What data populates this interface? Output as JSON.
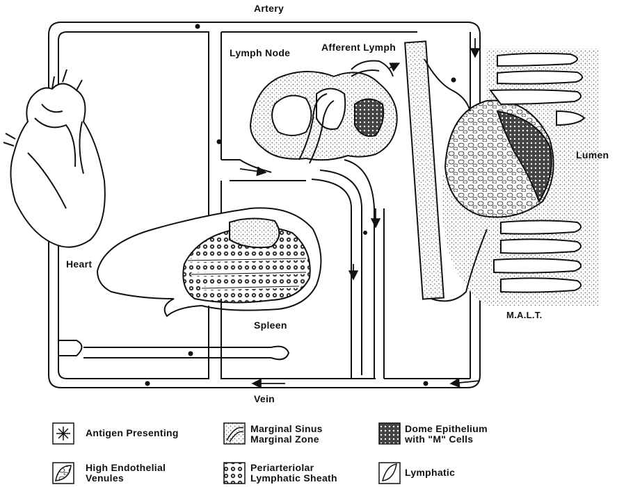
{
  "labels": {
    "artery": "Artery",
    "vein": "Vein",
    "lymph_node": "Lymph Node",
    "afferent_lymph": "Afferent Lymph",
    "heart": "Heart",
    "spleen": "Spleen",
    "lumen": "Lumen",
    "malt": "M.A.L.T."
  },
  "legend": [
    {
      "icon": "antigen-presenting-icon",
      "text": "Antigen Presenting"
    },
    {
      "icon": "marginal-sinus-icon",
      "text": "Marginal Sinus\nMarginal Zone"
    },
    {
      "icon": "dome-epithelium-icon",
      "text": "Dome Epithelium\nwith \"M\" Cells"
    },
    {
      "icon": "high-endothelial-venules-icon",
      "text": "High Endothelial\nVenules"
    },
    {
      "icon": "periarteriolar-sheath-icon",
      "text": "Periarteriolar\nLymphatic Sheath"
    },
    {
      "icon": "lymphatic-icon",
      "text": "Lymphatic"
    }
  ],
  "colors": {
    "ink": "#111111",
    "stipple": "#8a8a8a",
    "paper": "#ffffff"
  }
}
